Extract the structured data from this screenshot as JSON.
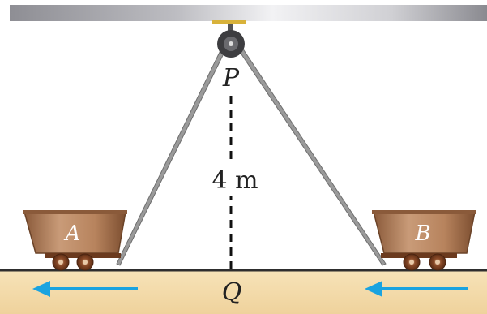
{
  "diagram": {
    "pulley_label": "P",
    "ground_point_label": "Q",
    "height_label": "4 m",
    "cart_left_label": "A",
    "cart_right_label": "B",
    "arrow_left_direction": "left",
    "arrow_right_direction": "left",
    "colors": {
      "ceiling": "#a7a7ad",
      "ground": "#f4dcae",
      "cart_body": "#a8734f",
      "wheel": "#7a3e22",
      "rope": "#8c8c8c",
      "arrow": "#1aa3e0"
    }
  }
}
